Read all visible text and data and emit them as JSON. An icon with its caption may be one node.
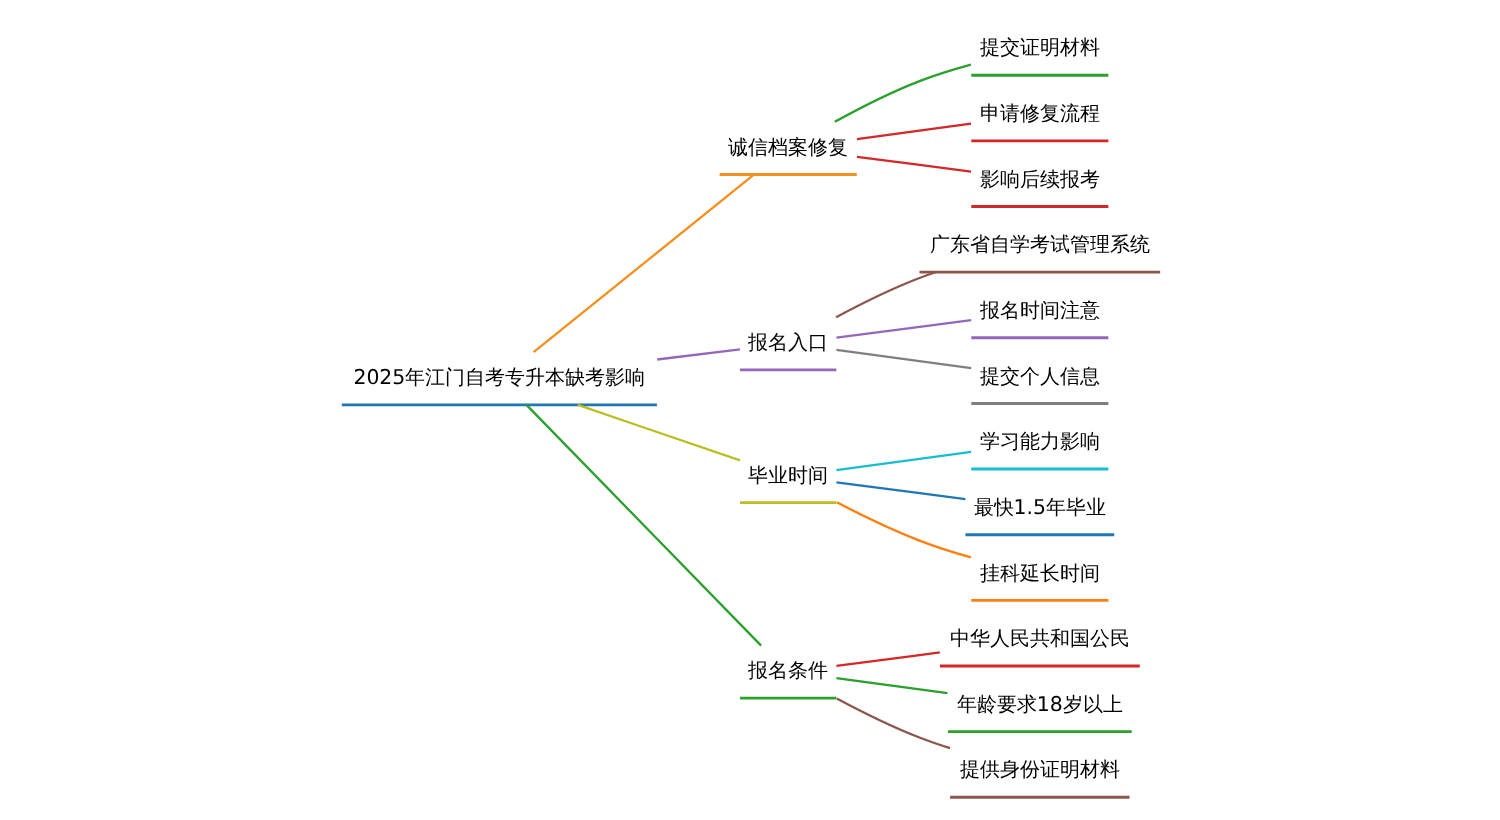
{
  "diagram": {
    "nodes": [
      {
        "text": [
          "2025年江门自考专升本缺考影响"
        ]
      },
      {
        "text": [
          "诚信档案修复"
        ]
      },
      {
        "text": [
          "提交证明材料"
        ]
      },
      {
        "text": [
          "申请修复流程"
        ]
      },
      {
        "text": [
          "影响后续报考"
        ]
      },
      {
        "text": [
          "报名入口"
        ]
      },
      {
        "text": [
          "广东省自学考试管理系统"
        ]
      },
      {
        "text": [
          "报名时间注意"
        ]
      },
      {
        "text": [
          "提交个人信息"
        ]
      },
      {
        "text": [
          "毕业时间"
        ]
      },
      {
        "text": [
          "学习能力影响"
        ]
      },
      {
        "text": [
          "最快1.5年毕业"
        ]
      },
      {
        "text": [
          "挂科延长时间"
        ]
      },
      {
        "text": [
          "报名条件"
        ]
      },
      {
        "text": [
          "中华人民共和国公民"
        ]
      },
      {
        "text": [
          "年龄要求18岁以上"
        ]
      },
      {
        "text": [
          "提供身份证明材料"
        ]
      }
    ],
    "edges": [
      {
        "from": 0,
        "to": 1,
        "arrow": "none",
        "color": "#f5901e"
      },
      {
        "from": 1,
        "to": 2,
        "arrow": "none",
        "color": "#2ca02c"
      },
      {
        "from": 1,
        "to": 3,
        "arrow": "none",
        "color": "#d62728"
      },
      {
        "from": 1,
        "to": 4,
        "arrow": "none",
        "color": "#d62728"
      },
      {
        "from": 0,
        "to": 5,
        "arrow": "none",
        "color": "#9467bd"
      },
      {
        "from": 5,
        "to": 6,
        "arrow": "none",
        "color": "#8c564b"
      },
      {
        "from": 5,
        "to": 7,
        "arrow": "none",
        "color": "#9467bd"
      },
      {
        "from": 5,
        "to": 8,
        "arrow": "none",
        "color": "#7f7f7f"
      },
      {
        "from": 0,
        "to": 9,
        "arrow": "none",
        "color": "#bcbd22"
      },
      {
        "from": 9,
        "to": 10,
        "arrow": "none",
        "color": "#17becf"
      },
      {
        "from": 9,
        "to": 11,
        "arrow": "none",
        "color": "#1f77b4"
      },
      {
        "from": 9,
        "to": 12,
        "arrow": "none",
        "color": "#ff7f0e"
      },
      {
        "from": 0,
        "to": 13,
        "arrow": "none",
        "color": "#2ca02c"
      },
      {
        "from": 13,
        "to": 14,
        "arrow": "none",
        "color": "#d62728"
      },
      {
        "from": 13,
        "to": 15,
        "arrow": "none",
        "color": "#2ca02c"
      },
      {
        "from": 13,
        "to": 16,
        "arrow": "none",
        "color": "#8c564b"
      }
    ]
  }
}
